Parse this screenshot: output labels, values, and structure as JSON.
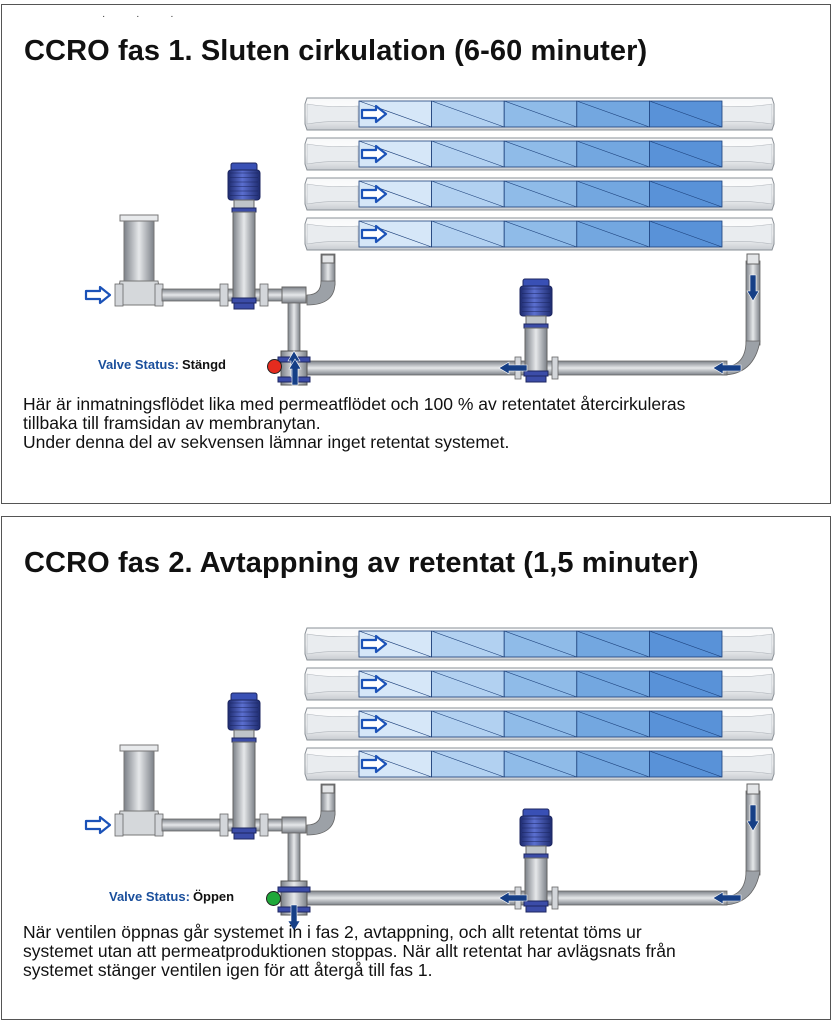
{
  "panels": [
    {
      "title": "CCRO fas 1. Sluten cirkulation (6-60 minuter)",
      "valve_label": "Valve Status:",
      "valve_value": "Stängd",
      "valve_color": "#e52b1e",
      "description": [
        "Här är inmatningsflödet lika med permeatflödet och 100 % av retentatet återcirkuleras",
        "tillbaka till framsidan av membranytan.",
        "Under denna del av sekvensen lämnar inget retentat systemet."
      ]
    },
    {
      "title": "CCRO fas 2. Avtappning av retentat (1,5 minuter)",
      "valve_label": "Valve Status:",
      "valve_value": "Öppen",
      "valve_color": "#1fa83a",
      "description": [
        "När ventilen öppnas går systemet in i fas 2, avtappning, och allt retentat töms ur",
        "systemet utan att permeatproduktionen stoppas. När allt retentat har avlägsnats från",
        "systemet stänger ventilen igen för att återgå till fas 1."
      ]
    }
  ],
  "colors": {
    "pipe": "#a8adb3",
    "pump_blue": "#2e3f8f",
    "membrane_light": "#cfe2f6",
    "membrane_dark": "#4f8fd6",
    "arrow_blue": "#1b52b8",
    "flow_arrow": "#163f86"
  }
}
